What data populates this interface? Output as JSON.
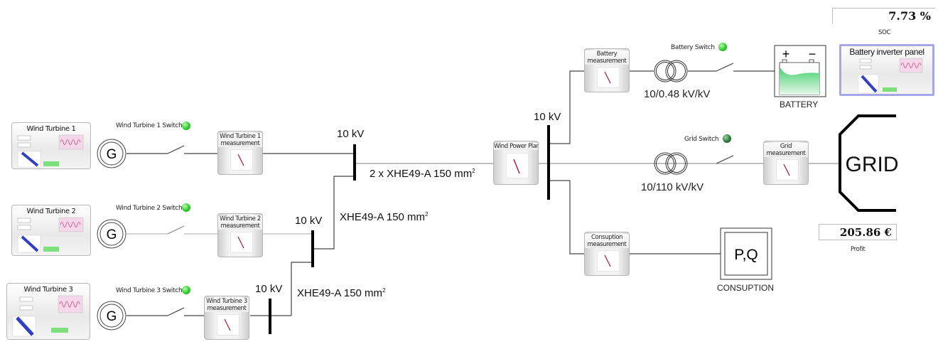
{
  "colors": {
    "led_on": "#2ecc2e",
    "led_off": "#2f7a3a",
    "battery_fill": "#3fcf6a",
    "panel_border_highlight": "#9a9ae0",
    "line": "#444444",
    "needle": "#b0103c"
  },
  "soc": {
    "value": "7.73 %",
    "label": "SOC"
  },
  "profit": {
    "value": "205.86 €",
    "label": "Profit"
  },
  "battery_inverter_panel": {
    "title": "Battery inverter panel"
  },
  "turbines": [
    {
      "panel_title": "Wind Turbine 1",
      "switch_label": "Wind Turbine 1 Switch",
      "switch_state": "on",
      "measurement_line1": "Wind Turbine 1",
      "measurement_line2": "measurement",
      "bus_label": "10 kV"
    },
    {
      "panel_title": "Wind Turbine 2",
      "switch_label": "Wind Turbine 2 Switch",
      "switch_state": "on",
      "measurement_line1": "Wind Turbine 2",
      "measurement_line2": "measurement",
      "bus_label": "10 kV"
    },
    {
      "panel_title": "Wind Turbine 3",
      "switch_label": "Wind Turbine 3 Switch",
      "switch_state": "on",
      "measurement_line1": "Wind Turbine 3",
      "measurement_line2": "measurement",
      "bus_label": "10 kV"
    }
  ],
  "generator_symbol": "G",
  "cables": {
    "main": "2 x XHE49-A 150 mm",
    "wt2": "XHE49-A 150 mm",
    "wt3": "XHE49-A 150 mm",
    "superscript": "2"
  },
  "plant": {
    "measurement_label": "Wind Power Plant",
    "bus_label": "10 kV"
  },
  "battery_branch": {
    "measurement_line1": "Battery",
    "measurement_line2": "measurement",
    "switch_label": "Battery Switch",
    "switch_state": "on",
    "transformer_ratio": "10/0.48 kV/kV",
    "battery_label": "BATTERY",
    "plus": "+",
    "minus": "−"
  },
  "grid_branch": {
    "switch_label": "Grid Switch",
    "switch_state": "off",
    "transformer_ratio": "10/110 kV/kV",
    "measurement_line1": "Grid",
    "measurement_line2": "measurement",
    "grid_label": "GRID"
  },
  "consumption_branch": {
    "measurement_line1": "Consuption",
    "measurement_line2": "measurement",
    "load_symbol": "P,Q",
    "load_label": "CONSUPTION"
  }
}
